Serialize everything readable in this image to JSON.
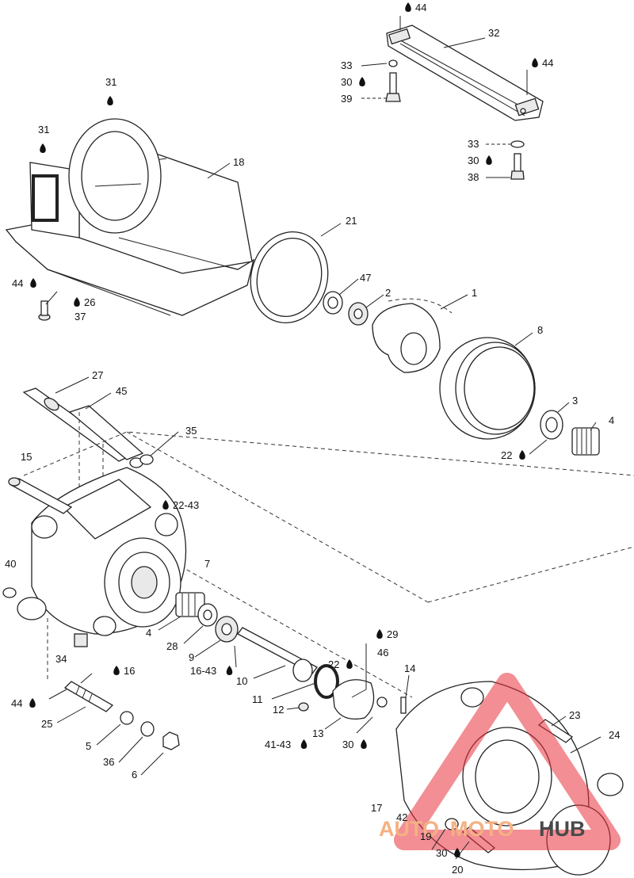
{
  "callouts": [
    {
      "id": "c44a",
      "text": "44",
      "drop": true
    },
    {
      "id": "c32",
      "text": "32",
      "drop": false
    },
    {
      "id": "c33a",
      "text": "33",
      "drop": false
    },
    {
      "id": "c44b",
      "text": "44",
      "drop": true
    },
    {
      "id": "c30a",
      "text": "30",
      "drop": true
    },
    {
      "id": "c39",
      "text": "39",
      "drop": false
    },
    {
      "id": "c31a",
      "text": "31",
      "drop": true
    },
    {
      "id": "c31b",
      "text": "31",
      "drop": true
    },
    {
      "id": "c33b",
      "text": "33",
      "drop": false
    },
    {
      "id": "c30b",
      "text": "30",
      "drop": true
    },
    {
      "id": "c38",
      "text": "38",
      "drop": false
    },
    {
      "id": "c18",
      "text": "18",
      "drop": false
    },
    {
      "id": "c21",
      "text": "21",
      "drop": false
    },
    {
      "id": "c47",
      "text": "47",
      "drop": false
    },
    {
      "id": "c2",
      "text": "2",
      "drop": false
    },
    {
      "id": "c1",
      "text": "1",
      "drop": false
    },
    {
      "id": "c44c",
      "text": "44",
      "drop": true
    },
    {
      "id": "c26",
      "text": "26",
      "drop": true
    },
    {
      "id": "c37",
      "text": "37",
      "drop": false
    },
    {
      "id": "c8",
      "text": "8",
      "drop": false
    },
    {
      "id": "c27",
      "text": "27",
      "drop": false
    },
    {
      "id": "c45",
      "text": "45",
      "drop": false
    },
    {
      "id": "c3",
      "text": "3",
      "drop": false
    },
    {
      "id": "c35",
      "text": "35",
      "drop": false
    },
    {
      "id": "c4a",
      "text": "4",
      "drop": false
    },
    {
      "id": "c22a",
      "text": "22",
      "drop": true
    },
    {
      "id": "c15",
      "text": "15",
      "drop": false
    },
    {
      "id": "c2243",
      "text": "22-43",
      "drop": true
    },
    {
      "id": "c40",
      "text": "40",
      "drop": false
    },
    {
      "id": "c7",
      "text": "7",
      "drop": false
    },
    {
      "id": "c4b",
      "text": "4",
      "drop": false
    },
    {
      "id": "c28",
      "text": "28",
      "drop": false
    },
    {
      "id": "c9",
      "text": "9",
      "drop": false
    },
    {
      "id": "c29",
      "text": "29",
      "drop": true
    },
    {
      "id": "c34",
      "text": "34",
      "drop": false
    },
    {
      "id": "c22b",
      "text": "22",
      "drop": true
    },
    {
      "id": "c46",
      "text": "46",
      "drop": false
    },
    {
      "id": "c1643",
      "text": "16-43",
      "drop": true
    },
    {
      "id": "c16",
      "text": "16",
      "drop": true
    },
    {
      "id": "c14",
      "text": "14",
      "drop": false
    },
    {
      "id": "c10",
      "text": "10",
      "drop": false
    },
    {
      "id": "c44d",
      "text": "44",
      "drop": true
    },
    {
      "id": "c11",
      "text": "11",
      "drop": false
    },
    {
      "id": "c12",
      "text": "12",
      "drop": false
    },
    {
      "id": "c25",
      "text": "25",
      "drop": false
    },
    {
      "id": "c23",
      "text": "23",
      "drop": false
    },
    {
      "id": "c13",
      "text": "13",
      "drop": false
    },
    {
      "id": "c24",
      "text": "24",
      "drop": false
    },
    {
      "id": "c5",
      "text": "5",
      "drop": false
    },
    {
      "id": "c4143",
      "text": "41-43",
      "drop": true
    },
    {
      "id": "c30c",
      "text": "30",
      "drop": true
    },
    {
      "id": "c36",
      "text": "36",
      "drop": false
    },
    {
      "id": "c6",
      "text": "6",
      "drop": false
    },
    {
      "id": "c17",
      "text": "17",
      "drop": false
    },
    {
      "id": "c42",
      "text": "42",
      "drop": false
    },
    {
      "id": "c19",
      "text": "19",
      "drop": false
    },
    {
      "id": "c30d",
      "text": "30",
      "drop": true
    },
    {
      "id": "c20",
      "text": "20",
      "drop": false
    }
  ],
  "watermark": {
    "part1": "AUTO",
    "part2": "MOTO",
    "part3": "HUB",
    "color1": "#f4b183",
    "color2": "#f4b183",
    "color3": "#4a4a4a",
    "logo_color": "#e8323c"
  },
  "colors": {
    "line": "#222222",
    "background": "#ffffff"
  },
  "icons": {
    "drop": "oil-drop-icon"
  }
}
